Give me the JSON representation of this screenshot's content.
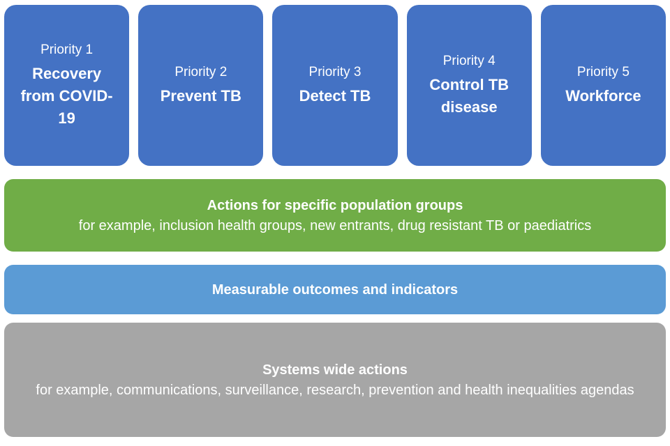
{
  "diagram": {
    "priority_row": {
      "color": "#4472C4",
      "boxes": [
        {
          "label": "Priority 1",
          "title": "Recovery from COVID-19"
        },
        {
          "label": "Priority 2",
          "title": "Prevent TB"
        },
        {
          "label": "Priority 3",
          "title": "Detect TB"
        },
        {
          "label": "Priority 4",
          "title": "Control TB disease"
        },
        {
          "label": "Priority 5",
          "title": "Workforce"
        }
      ]
    },
    "bands": {
      "population": {
        "color": "#70AD47",
        "title": "Actions for specific population groups",
        "subtitle": "for example, inclusion health groups, new entrants, drug resistant TB or paediatrics"
      },
      "outcomes": {
        "color": "#5B9BD5",
        "title": "Measurable outcomes and indicators"
      },
      "systems": {
        "color": "#A6A6A6",
        "title": "Systems wide actions",
        "subtitle": "for example, communications, surveillance, research, prevention and health inequalities agendas"
      }
    },
    "colors": {
      "text": "#ffffff",
      "background": "#ffffff"
    }
  }
}
